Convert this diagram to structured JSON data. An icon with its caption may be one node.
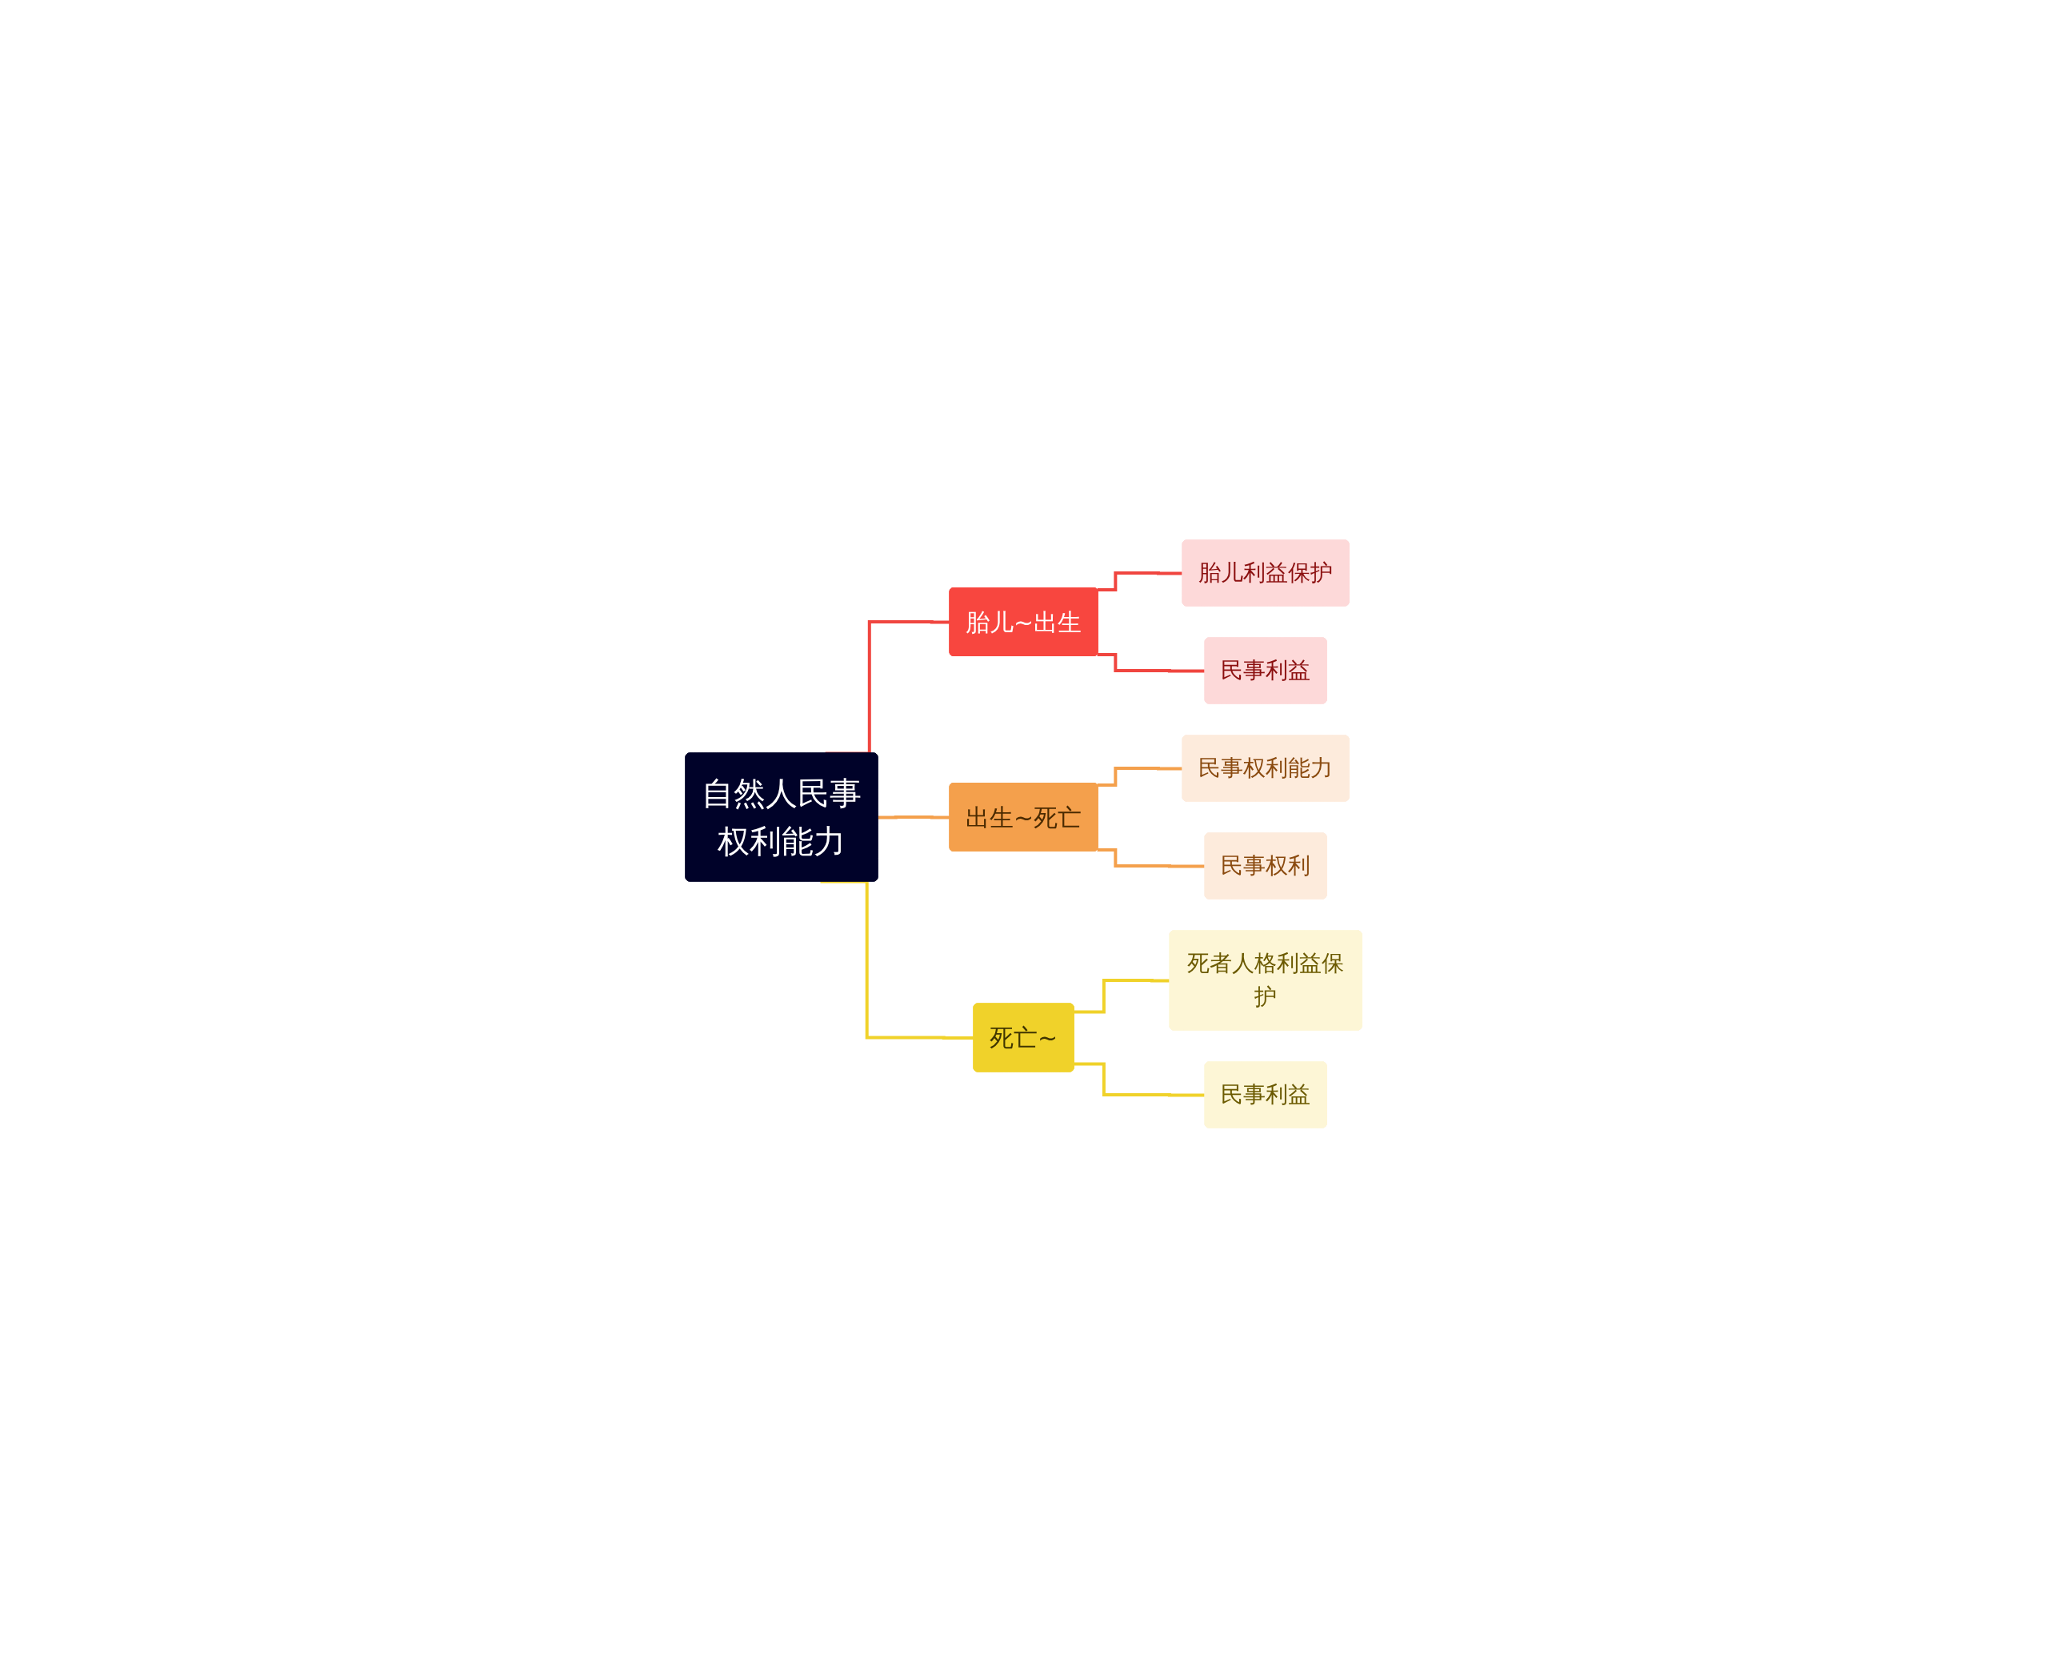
{
  "diagram": {
    "nodes": [
      {
        "text": [
          "自然人民事权利能力"
        ]
      },
      {
        "text": [
          "胎儿~出生"
        ]
      },
      {
        "text": [
          "出生~死亡"
        ]
      },
      {
        "text": [
          "死亡~"
        ]
      },
      {
        "text": [
          "胎儿利益保护"
        ]
      },
      {
        "text": [
          "民事利益"
        ]
      },
      {
        "text": [
          "民事权利能力"
        ]
      },
      {
        "text": [
          "民事权利"
        ]
      },
      {
        "text": [
          "死者人格利益保护"
        ]
      },
      {
        "text": [
          "民事利益"
        ]
      }
    ],
    "edges": [
      {
        "from": 0,
        "to": 1,
        "arrow": "none",
        "color": "#f0453f"
      },
      {
        "from": 0,
        "to": 2,
        "arrow": "none",
        "color": "#f4a04c"
      },
      {
        "from": 0,
        "to": 3,
        "arrow": "none",
        "color": "#f0d22a"
      },
      {
        "from": 1,
        "to": 4,
        "arrow": "none",
        "color": "#f0453f"
      },
      {
        "from": 1,
        "to": 5,
        "arrow": "none",
        "color": "#f0453f"
      },
      {
        "from": 2,
        "to": 6,
        "arrow": "none",
        "color": "#f4a04c"
      },
      {
        "from": 2,
        "to": 7,
        "arrow": "none",
        "color": "#f4a04c"
      },
      {
        "from": 3,
        "to": 8,
        "arrow": "none",
        "color": "#f0d22a"
      },
      {
        "from": 3,
        "to": 9,
        "arrow": "none",
        "color": "#f0d22a"
      }
    ]
  }
}
